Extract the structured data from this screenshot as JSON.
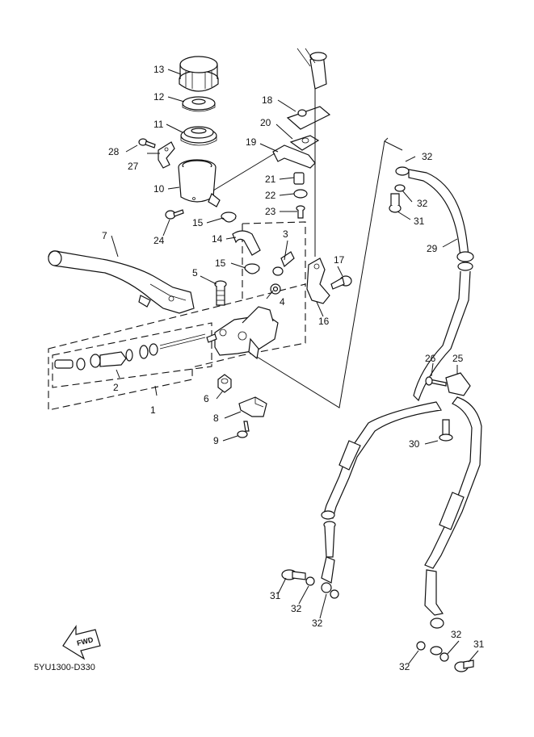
{
  "diagram": {
    "code": "5YU1300-D330",
    "fwd_label": "FWD",
    "labels": {
      "l1": "1",
      "l2": "2",
      "l3": "3",
      "l4": "4",
      "l5": "5",
      "l6": "6",
      "l7": "7",
      "l8": "8",
      "l9": "9",
      "l10": "10",
      "l11": "11",
      "l12": "12",
      "l13": "13",
      "l14": "14",
      "l15a": "15",
      "l15b": "15",
      "l16": "16",
      "l17": "17",
      "l18": "18",
      "l19": "19",
      "l20": "20",
      "l21": "21",
      "l22": "22",
      "l23": "23",
      "l24": "24",
      "l25": "25",
      "l26": "26",
      "l27": "27",
      "l28": "28",
      "l29": "29",
      "l30": "30",
      "l31a": "31",
      "l31b": "31",
      "l31c": "31",
      "l32a": "32",
      "l32b": "32",
      "l32c": "32",
      "l32d": "32",
      "l32e": "32",
      "l32f": "32"
    }
  }
}
